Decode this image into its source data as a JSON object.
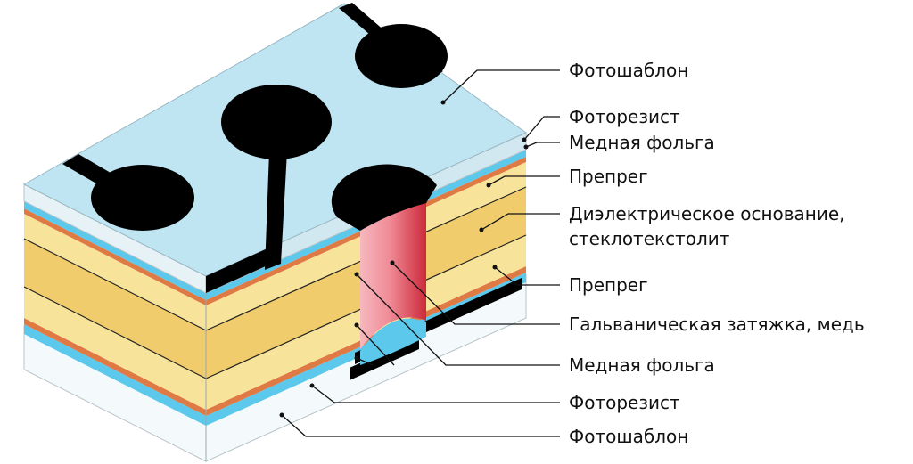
{
  "labels": {
    "photomask_top": "Фотошаблон",
    "photoresist_top": "Фоторезист",
    "copper_foil_top": "Медная фольга",
    "prepreg_top": "Препрег",
    "dielectric_line1": "Диэлектрическое основание,",
    "dielectric_line2": "стеклотекстолит",
    "prepreg_bottom": "Препрег",
    "plating": "Гальваническая затяжка, медь",
    "copper_foil_bottom": "Медная фольга",
    "photoresist_bottom": "Фоторезист",
    "photomask_bottom": "Фотошаблон"
  },
  "colors": {
    "photomask": "#bfe4f2",
    "photoresist": "#5cc8ec",
    "copper": "#e07a44",
    "prepreg": "#f7e49a",
    "dielectric": "#f0cc6c",
    "plating": "#e03a48",
    "pattern": "#000000"
  }
}
